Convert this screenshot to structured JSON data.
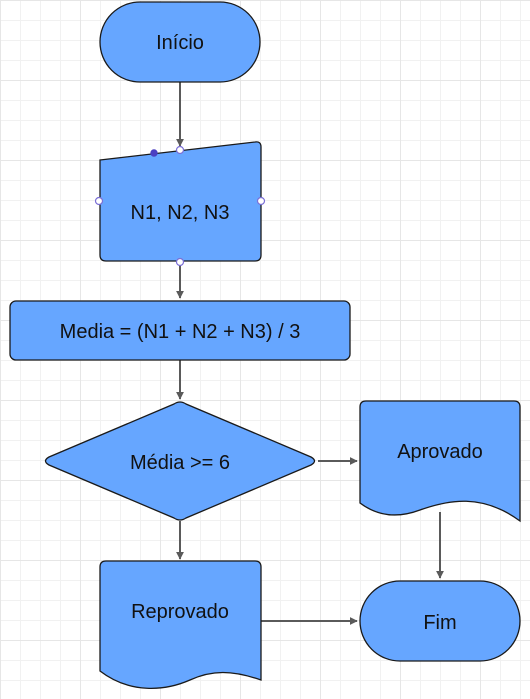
{
  "nodes": {
    "start": "Início",
    "input": "N1, N2, N3",
    "process": "Media = (N1 + N2 + N3) / 3",
    "decision": "Média >= 6",
    "approved": "Aprovado",
    "failed": "Reprovado",
    "end": "Fim"
  },
  "colors": {
    "node_fill": "#66a6ff",
    "node_stroke": "#1a1a1a",
    "connector": "#5a5a5a",
    "selection_handle": "#7b6fd6"
  }
}
